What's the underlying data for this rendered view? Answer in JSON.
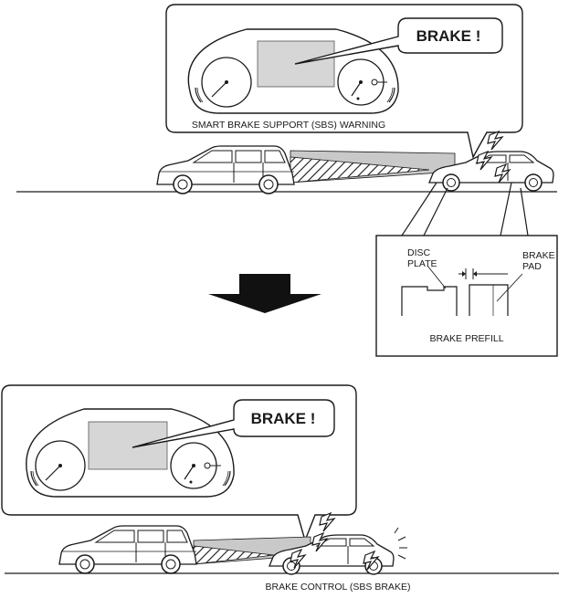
{
  "top_panel": {
    "callout_text": "BRAKE !",
    "caption": "SMART BRAKE SUPPORT (SBS) WARNING"
  },
  "prefill_panel": {
    "disc_label_line1": "DISC",
    "disc_label_line2": "PLATE",
    "pad_label_line1": "BRAKE",
    "pad_label_line2": "PAD",
    "caption": "BRAKE PREFILL"
  },
  "bottom_panel": {
    "callout_text": "BRAKE !",
    "caption": "BRAKE CONTROL (SBS BRAKE)"
  },
  "colors": {
    "line": "#1a1a1a",
    "display_fill": "#d6d6d6",
    "beam_fill": "#c9c9c9",
    "arrow_fill": "#111111"
  }
}
